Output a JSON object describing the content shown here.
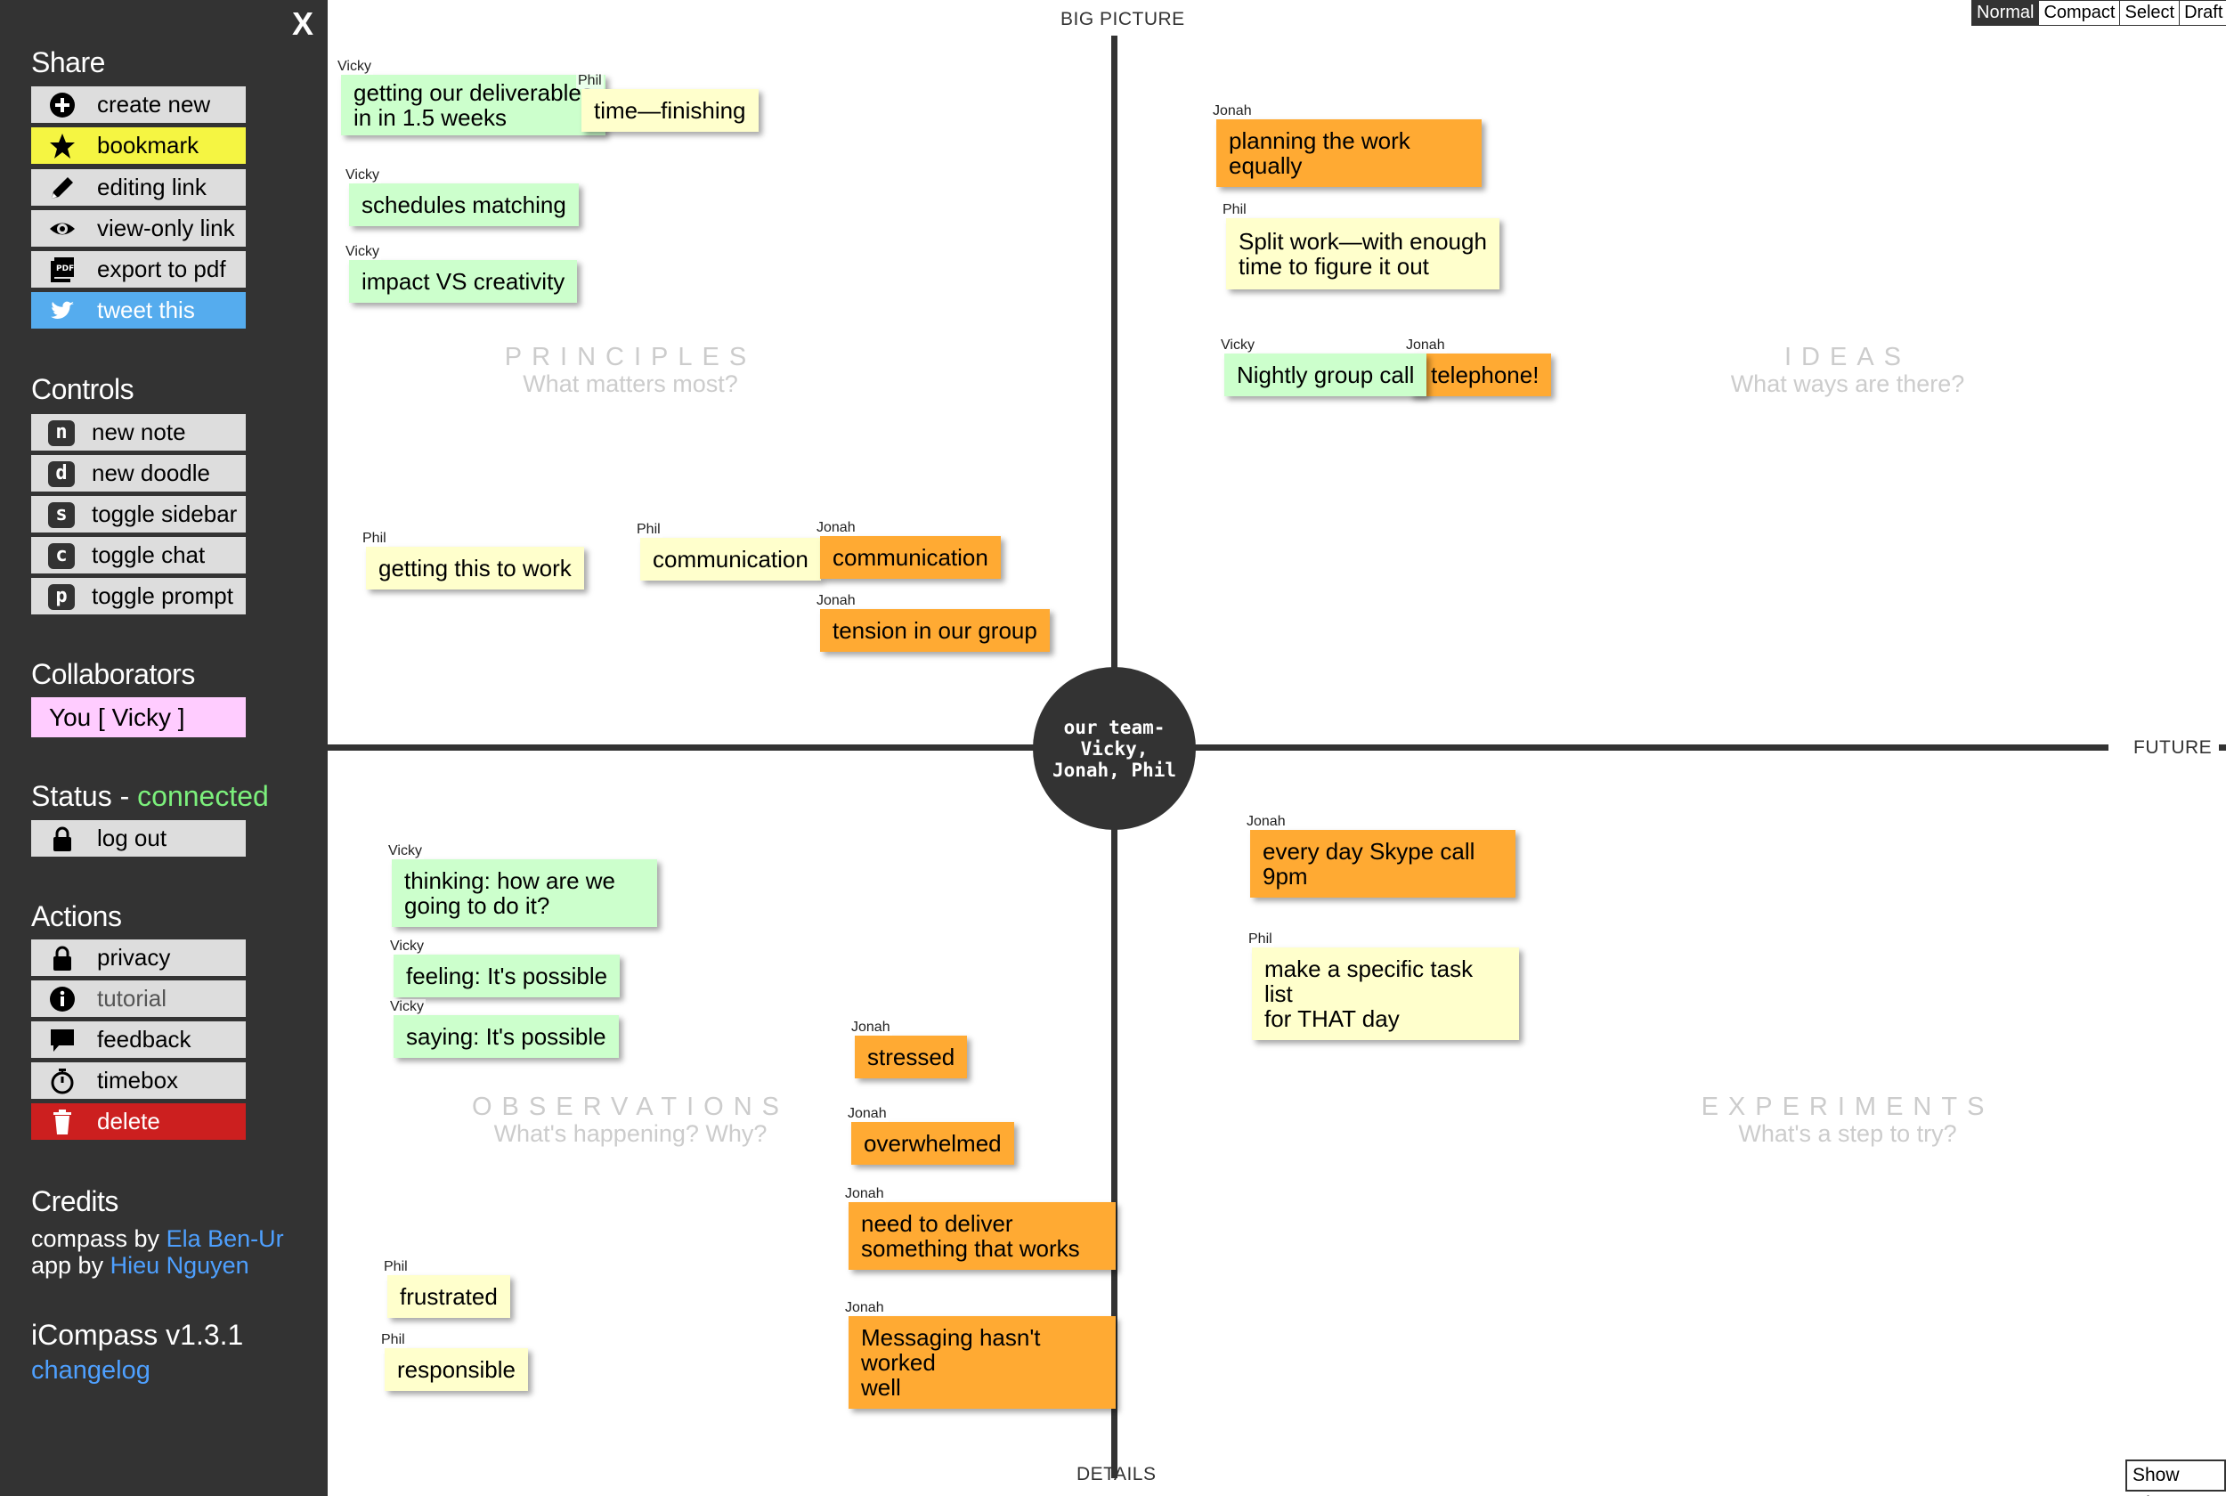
{
  "sidebar": {
    "close": "X",
    "share": {
      "title": "Share",
      "items": [
        {
          "label": "create new",
          "icon": "plus-circle-icon"
        },
        {
          "label": "bookmark",
          "icon": "star-icon"
        },
        {
          "label": "editing link",
          "icon": "pencil-icon"
        },
        {
          "label": "view-only link",
          "icon": "eye-icon"
        },
        {
          "label": "export to pdf",
          "icon": "pdf-icon"
        },
        {
          "label": "tweet this",
          "icon": "twitter-icon"
        }
      ]
    },
    "controls": {
      "title": "Controls",
      "items": [
        {
          "key": "n",
          "label": "new note"
        },
        {
          "key": "d",
          "label": "new doodle"
        },
        {
          "key": "s",
          "label": "toggle sidebar"
        },
        {
          "key": "c",
          "label": "toggle chat"
        },
        {
          "key": "p",
          "label": "toggle prompt"
        }
      ]
    },
    "collaborators": {
      "title": "Collaborators",
      "you": "You [ Vicky ]"
    },
    "status": {
      "title": "Status - ",
      "value": "connected",
      "logout": "log out"
    },
    "actions": {
      "title": "Actions",
      "items": [
        {
          "label": "privacy",
          "icon": "lock-icon"
        },
        {
          "label": "tutorial",
          "icon": "info-icon"
        },
        {
          "label": "feedback",
          "icon": "comment-icon"
        },
        {
          "label": "timebox",
          "icon": "stopwatch-icon"
        },
        {
          "label": "delete",
          "icon": "trash-icon"
        }
      ]
    },
    "credits": {
      "title": "Credits",
      "compass_prefix": "compass by ",
      "compass_author": "Ela Ben-Ur",
      "app_prefix": "app by ",
      "app_author": "Hieu Nguyen"
    },
    "version": "iCompass v1.3.1",
    "changelog": "changelog"
  },
  "board": {
    "modes": [
      "Normal",
      "Compact",
      "Select",
      "Draft"
    ],
    "show_chat": "Show Chat",
    "axes": {
      "top": "BIG PICTURE",
      "bottom": "DETAILS",
      "right": "FUTURE"
    },
    "center": "our team- Vicky, Jonah, Phil",
    "quadrants": {
      "principles": {
        "title": "PRINCIPLES",
        "subtitle": "What matters most?"
      },
      "ideas": {
        "title": "IDEAS",
        "subtitle": "What ways are there?"
      },
      "observations": {
        "title": "OBSERVATIONS",
        "subtitle": "What's happening? Why?"
      },
      "experiments": {
        "title": "EXPERIMENTS",
        "subtitle": "What's a step to try?"
      }
    },
    "notes": [
      {
        "author": "Vicky",
        "text": "getting our deliverables\nin in 1.5 weeks"
      },
      {
        "author": "Phil",
        "text": "time—finishing"
      },
      {
        "author": "Vicky",
        "text": "schedules matching"
      },
      {
        "author": "Vicky",
        "text": "impact VS creativity"
      },
      {
        "author": "Jonah",
        "text": "planning the work\nequally"
      },
      {
        "author": "Phil",
        "text": "Split work—with enough\ntime to figure it out"
      },
      {
        "author": "Jonah",
        "text": "telephone!"
      },
      {
        "author": "Vicky",
        "text": "Nightly group call"
      },
      {
        "author": "Phil",
        "text": "getting this to work"
      },
      {
        "author": "Phil",
        "text": "communication"
      },
      {
        "author": "Jonah",
        "text": "communication"
      },
      {
        "author": "Jonah",
        "text": "tension in our group"
      },
      {
        "author": "Jonah",
        "text": "every day Skype call\n9pm"
      },
      {
        "author": "Phil",
        "text": "make a specific task list\nfor THAT day"
      },
      {
        "author": "Vicky",
        "text": "thinking: how are we\ngoing to do it?"
      },
      {
        "author": "Vicky",
        "text": "feeling: It's possible"
      },
      {
        "author": "Vicky",
        "text": "saying: It's possible"
      },
      {
        "author": "Jonah",
        "text": "stressed"
      },
      {
        "author": "Jonah",
        "text": "overwhelmed"
      },
      {
        "author": "Jonah",
        "text": "need to deliver\nsomething that works"
      },
      {
        "author": "Jonah",
        "text": "Messaging hasn't worked\nwell"
      },
      {
        "author": "Phil",
        "text": "frustrated"
      },
      {
        "author": "Phil",
        "text": "responsible"
      }
    ]
  },
  "colors": {
    "sidebar_bg": "#333333",
    "bookmark": "#f5f542",
    "tweet": "#55acee",
    "delete": "#cc1f1f",
    "collaborator": "#ffccff",
    "connected": "#7cf07c",
    "link": "#4ea0ff",
    "note_vicky": "#ccffcc",
    "note_phil": "#ffffcc",
    "note_jonah": "#ffaa33"
  }
}
